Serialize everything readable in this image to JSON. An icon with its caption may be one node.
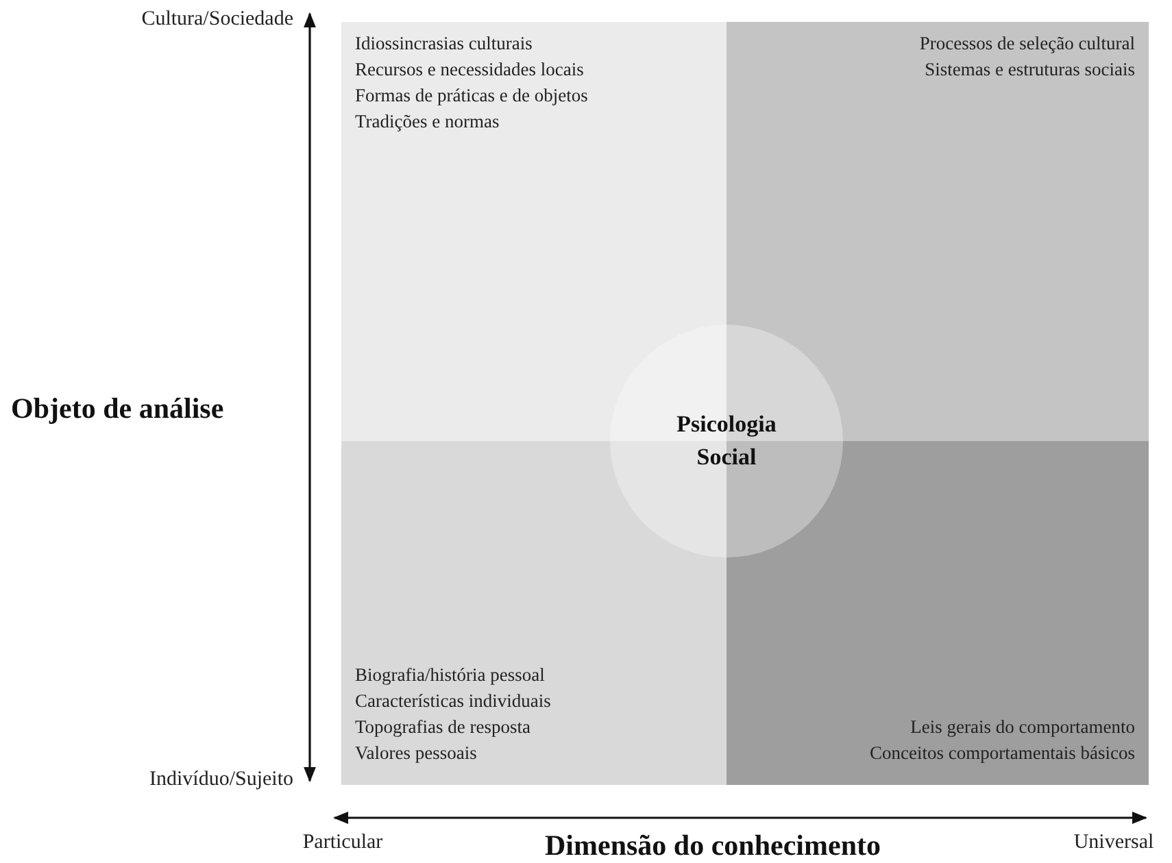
{
  "diagram": {
    "nodes": [
      {
        "text": [
          "Idiossincrasias culturais",
          "Recursos e necessidades locais",
          "Formas de práticas e de objetos",
          "Tradições e normas"
        ]
      },
      {
        "text": [
          "Processos de seleção cultural",
          "Sistemas e estruturas sociais"
        ]
      },
      {
        "text": [
          "Psicologia Social"
        ]
      },
      {
        "text": [
          "Biografia/história pessoal",
          "Características individuais",
          "Topografias de resposta",
          "Valores pessoais"
        ]
      },
      {
        "text": [
          "Leis gerais do comportamento",
          "Conceitos comportamentais básicos"
        ]
      }
    ],
    "edges": [],
    "labels": [
      "Cultura/Sociedade",
      "Objeto de análise",
      "Indivíduo/Sujeito",
      "Particular",
      "Dimensão do conhecimento",
      "Universal"
    ]
  }
}
